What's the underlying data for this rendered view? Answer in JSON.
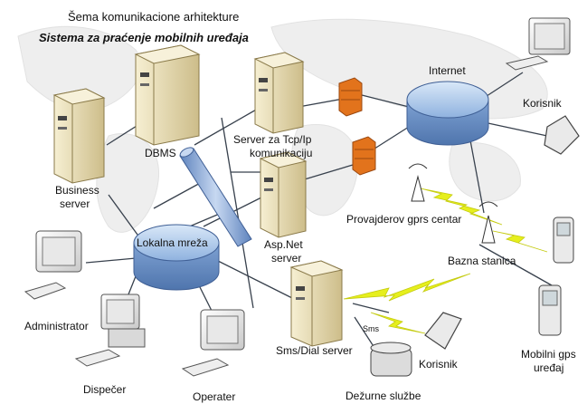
{
  "title": {
    "line1": "Šema komunikacione arhitekture",
    "line2": "Sistema za praćenje mobilnih uređaja"
  },
  "nodes": {
    "dbms": "DBMS",
    "business_server_1": "Business",
    "business_server_2": "server",
    "tcp_server_1": "Server za Tcp/Ip",
    "tcp_server_2": "komunikaciju",
    "internet": "Internet",
    "korisnik_top": "Korisnik",
    "provider_center": "Provajderov gprs centar",
    "asp_server_1": "Asp.Net",
    "asp_server_2": "server",
    "lan": "Lokalna mreža",
    "base_station": "Bazna stanica",
    "administrator": "Administrator",
    "dispatcher": "Dispečer",
    "operator": "Operater",
    "sms_server": "Sms/Dial server",
    "sms_tag": "Sms",
    "korisnik_bottom": "Korisnik",
    "emergency": "Dežurne službe",
    "mobile_gps_1": "Mobilni gps",
    "mobile_gps_2": "uređaj"
  },
  "colors": {
    "server_body": "#e9dfb8",
    "server_shadow": "#bfae7a",
    "cloud_fill": "#9fc0e6",
    "cloud_dark": "#5f86bd",
    "firewall": "#e2731c",
    "link": "#38414d",
    "lightning": "#e6ef1d",
    "pipe": "#7f9fd2"
  },
  "icons": [
    "server-icon",
    "network-disk-icon",
    "firewall-icon",
    "workstation-icon",
    "phone-icon",
    "antenna-icon",
    "lightning-icon"
  ]
}
